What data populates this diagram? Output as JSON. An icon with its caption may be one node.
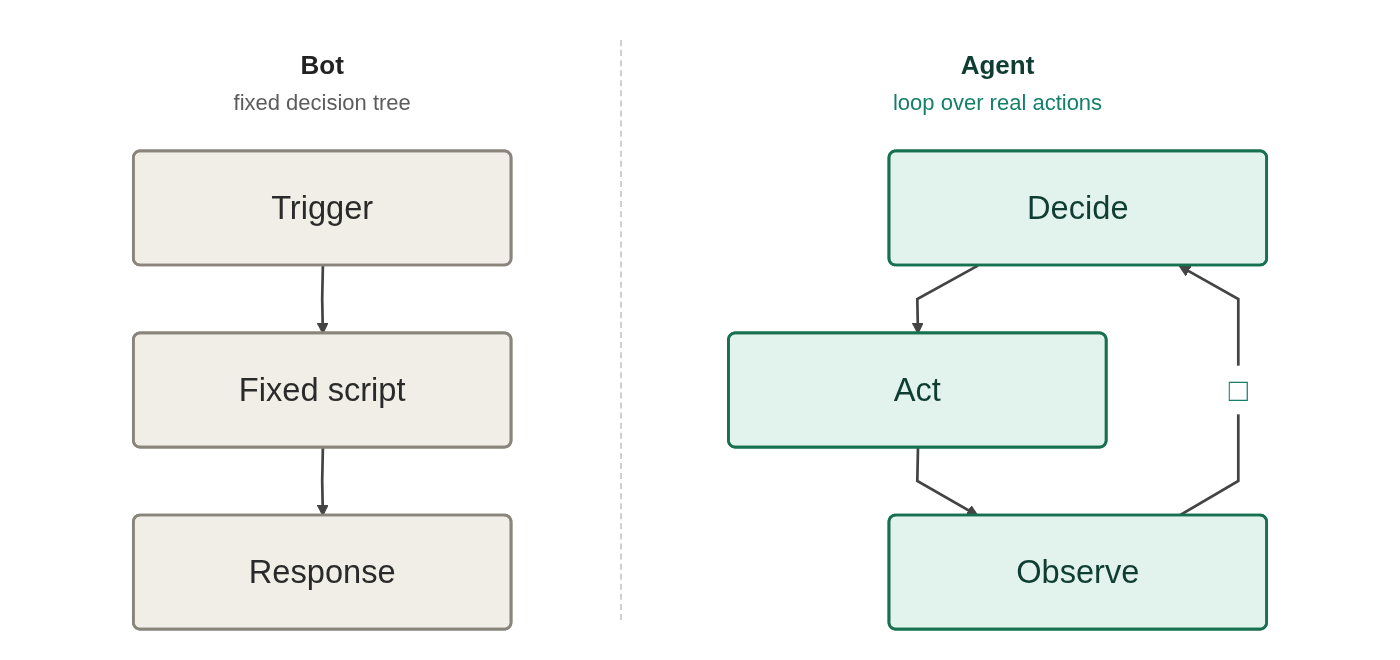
{
  "diagram": {
    "nodes": [
      {
        "text": [
          "Trigger"
        ]
      },
      {
        "text": [
          "Fixed script"
        ]
      },
      {
        "text": [
          "Response"
        ]
      },
      {
        "text": [
          "Decide"
        ]
      },
      {
        "text": [
          "Act"
        ]
      },
      {
        "text": [
          "Observe"
        ]
      }
    ],
    "edges": [
      {
        "from": 0,
        "to": 1,
        "arrow": "to"
      },
      {
        "from": 1,
        "to": 2,
        "arrow": "to"
      },
      {
        "from": 3,
        "to": 4,
        "arrow": "to"
      },
      {
        "from": 4,
        "to": 5,
        "arrow": "to"
      },
      {
        "from": 5,
        "to": 3,
        "arrow": "to",
        "label": "□"
      }
    ],
    "labels": [
      "Bot",
      "fixed decision tree",
      "Agent",
      "loop over real actions"
    ]
  }
}
